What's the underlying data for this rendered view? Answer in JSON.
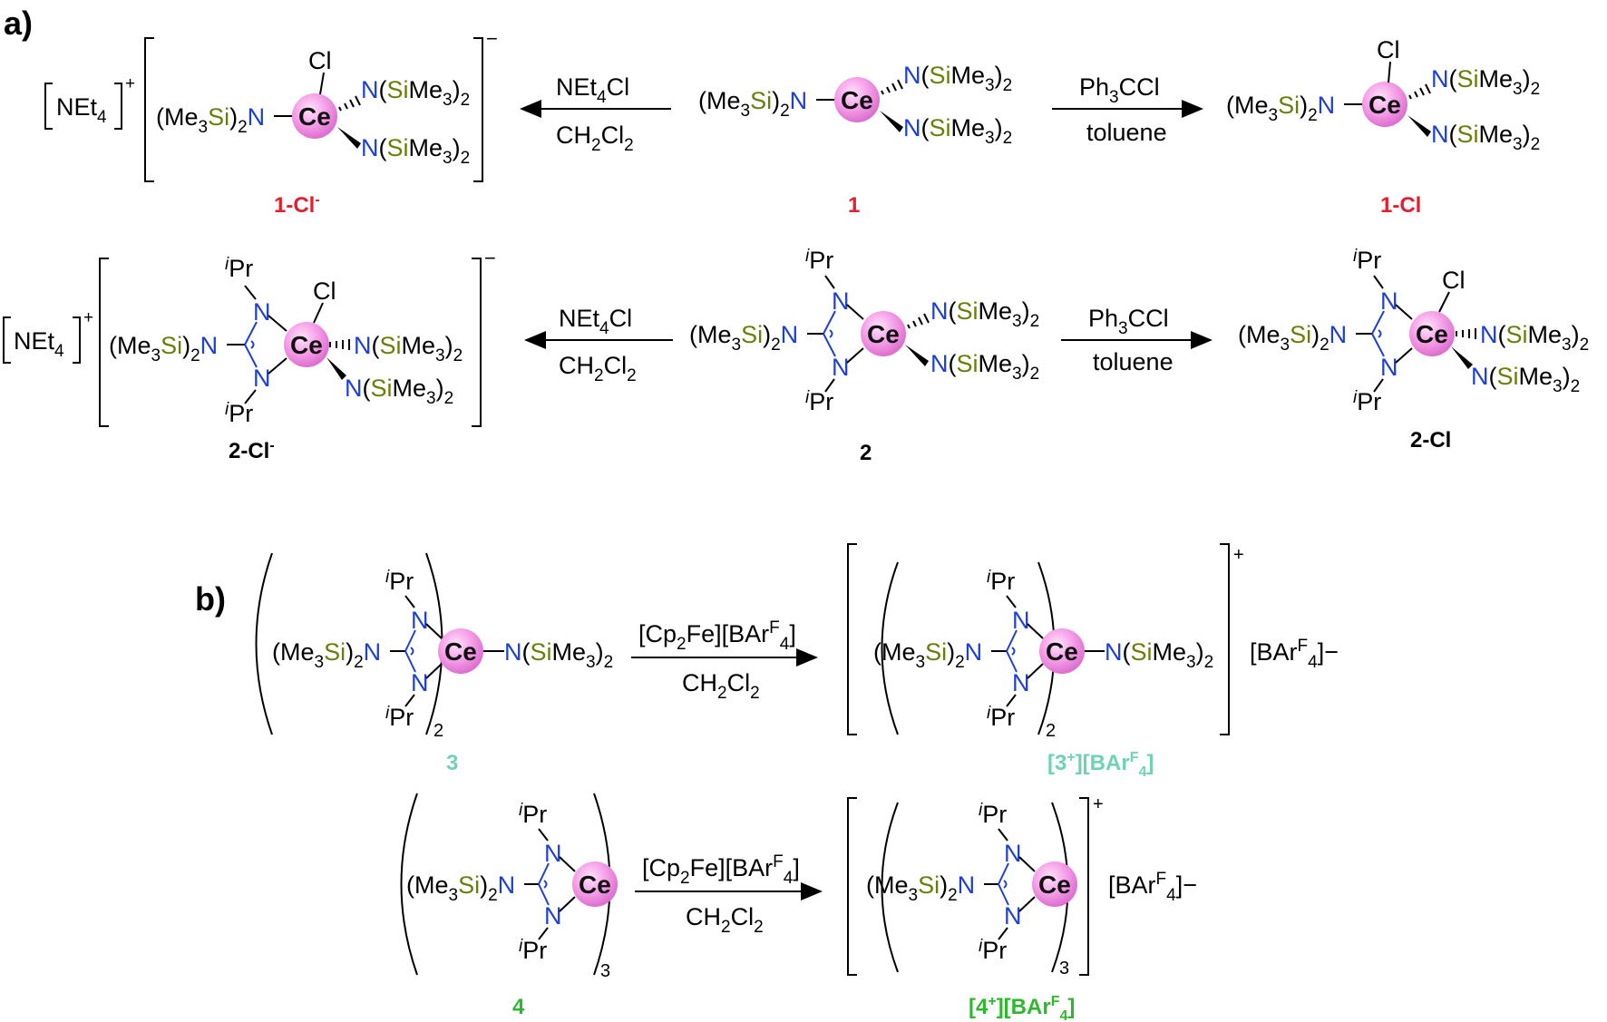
{
  "panel_a": {
    "tag": "a)",
    "row1": {
      "left_reagent_top": "NEt4Cl",
      "left_reagent_bottom": "CH2Cl2",
      "right_reagent_top": "Ph3CCl",
      "right_reagent_bottom": "toluene",
      "label_left": "1-Cl-",
      "label_center": "1",
      "label_right": "1-Cl",
      "label_color_red": "#e0202e"
    },
    "row2": {
      "left_reagent_top": "NEt4Cl",
      "left_reagent_bottom": "CH2Cl2",
      "right_reagent_top": "Ph3CCl",
      "right_reagent_bottom": "toluene",
      "label_left": "2-Cl-",
      "label_center": "2",
      "label_right": "2-Cl"
    }
  },
  "panel_b": {
    "tag": "b)",
    "row1": {
      "reagent_top": "[Cp2Fe][BArF4]",
      "reagent_bottom": "CH2Cl2",
      "label_left": "3",
      "label_right": "[3+][BArF4]",
      "label_color_teal": "#6ed3b2"
    },
    "row2": {
      "reagent_top": "[Cp2Fe][BArF4]",
      "reagent_bottom": "CH2Cl2",
      "label_left": "4",
      "label_right": "[4+][BArF4]",
      "label_color_green": "#2db82d"
    }
  },
  "fragments": {
    "ce": "Ce",
    "cl": "Cl",
    "net4": "NEt4",
    "ipr": "Pr",
    "ipr_prefix": "i",
    "amide_left": "(Me3Si)2N",
    "amide_right": "N(SiMe3)2",
    "counter_anion": "[BArF4]−"
  },
  "colors": {
    "ce_sphere": "#f59ee8",
    "si": "#6b7d0b",
    "n": "#1d3fd6"
  }
}
